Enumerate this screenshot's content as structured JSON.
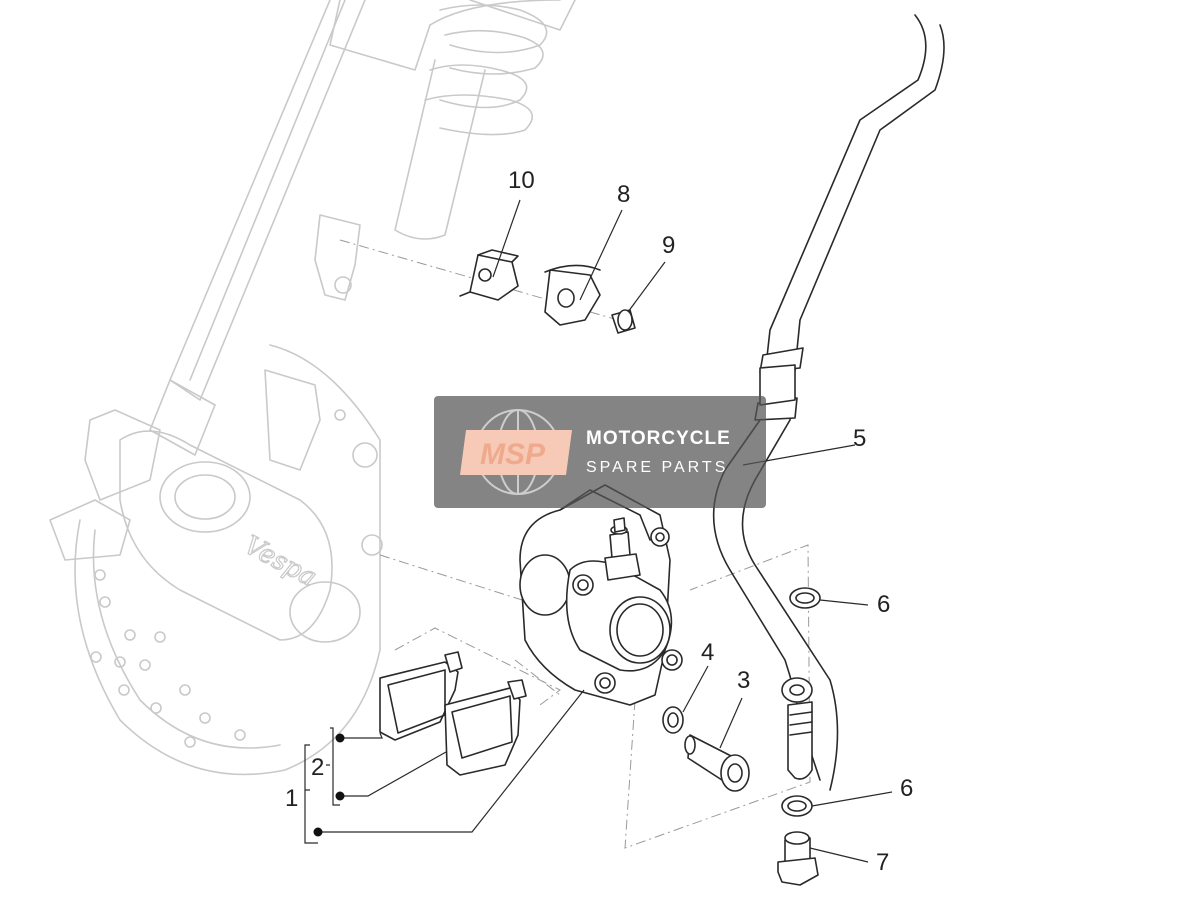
{
  "callouts": {
    "c1": "1",
    "c2": "2",
    "c3": "3",
    "c4": "4",
    "c5": "5",
    "c6a": "6",
    "c6b": "6",
    "c7": "7",
    "c8": "8",
    "c9": "9",
    "c10": "10"
  },
  "watermark": {
    "logo": "MSP",
    "line1": "MOTORCYCLE",
    "line2": "SPARE PARTS",
    "colors": {
      "panel": "#555555",
      "logo_fill": "#f3b79b",
      "logo_text": "#e98a62",
      "text": "#ffffff"
    }
  },
  "ghost_brand": "Vespa",
  "colors": {
    "part_stroke": "#2a2a2a",
    "ghost_stroke": "#c9c9c9"
  }
}
